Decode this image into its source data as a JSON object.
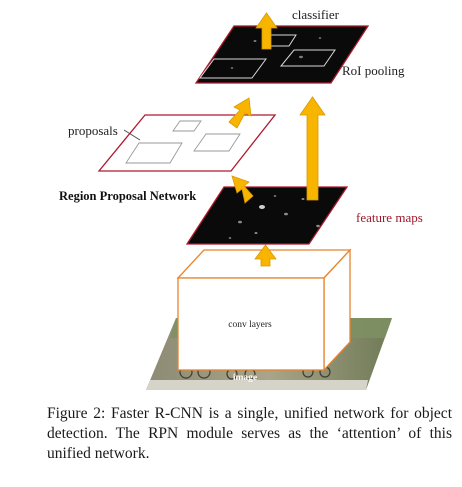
{
  "figure": {
    "labels": {
      "classifier": "classifier",
      "roi_pooling": "RoI pooling",
      "proposals": "proposals",
      "rpn": "Region Proposal Network",
      "feature_maps": "feature maps",
      "conv_layers": "conv layers",
      "image": "image"
    },
    "colors": {
      "arrow": "#f7b500",
      "arrow_outline": "#d89800",
      "plane_border": "#b01b2e",
      "conv_border": "#e8842c",
      "feature_map_fill": "#0a0a0a",
      "feature_label": "#a0192a"
    }
  },
  "caption": {
    "text": "Figure 2: Faster R-CNN is a single, unified network for object detection. The RPN module serves as the ‘attention’ of this unified network."
  }
}
